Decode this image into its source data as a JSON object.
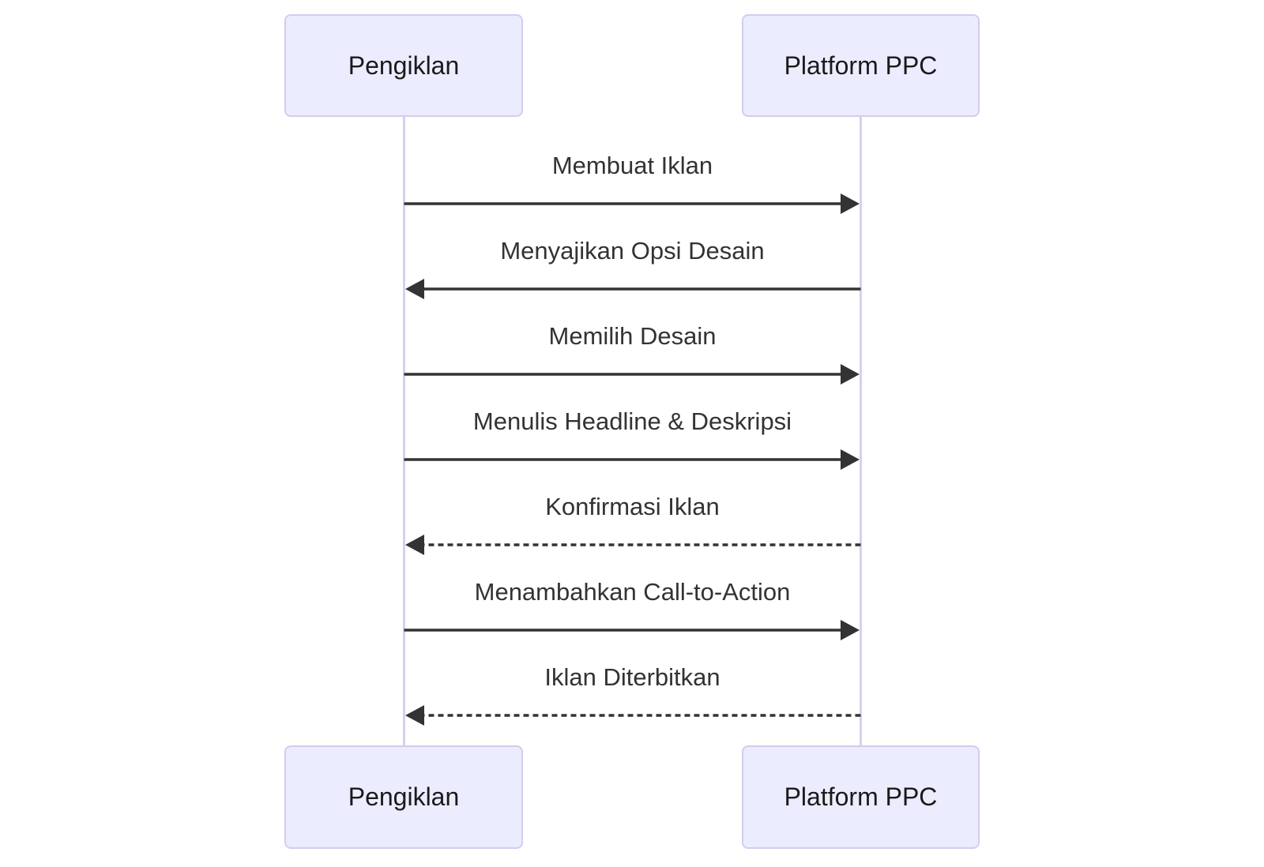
{
  "diagram": {
    "kind": "sequence-diagram",
    "actors": [
      {
        "label": "Pengiklan"
      },
      {
        "label": "Platform PPC"
      }
    ],
    "messages": [
      {
        "label": "Membuat Iklan",
        "from": "Pengiklan",
        "to": "Platform PPC",
        "line": "solid"
      },
      {
        "label": "Menyajikan Opsi Desain",
        "from": "Platform PPC",
        "to": "Pengiklan",
        "line": "solid"
      },
      {
        "label": "Memilih Desain",
        "from": "Pengiklan",
        "to": "Platform PPC",
        "line": "solid"
      },
      {
        "label": "Menulis Headline & Deskripsi",
        "from": "Pengiklan",
        "to": "Platform PPC",
        "line": "solid"
      },
      {
        "label": "Konfirmasi Iklan",
        "from": "Platform PPC",
        "to": "Pengiklan",
        "line": "dashed"
      },
      {
        "label": "Menambahkan Call-to-Action",
        "from": "Pengiklan",
        "to": "Platform PPC",
        "line": "solid"
      },
      {
        "label": "Iklan Diterbitkan",
        "from": "Platform PPC",
        "to": "Pengiklan",
        "line": "dashed"
      }
    ],
    "colors": {
      "background": "#ffffff",
      "actor_fill": "#ECECFF",
      "actor_border": "#D5CBEE",
      "lifeline": "#D9CFF0",
      "arrow": "#333333",
      "message_text": "#333333",
      "actor_text": "#1a1a1a"
    }
  }
}
